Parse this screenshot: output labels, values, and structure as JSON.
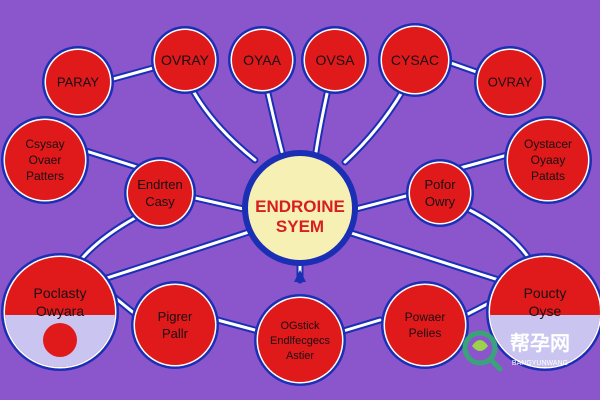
{
  "diagram": {
    "center": {
      "lines": [
        "ENDROINE",
        "SYEM"
      ]
    },
    "nodes": [
      {
        "id": "ovray-top",
        "lines": [
          "OVRAY"
        ]
      },
      {
        "id": "oyaa-top",
        "lines": [
          "OYAA"
        ]
      },
      {
        "id": "ovsa-top",
        "lines": [
          "OVSA"
        ]
      },
      {
        "id": "cysac-top",
        "lines": [
          "CYSAC"
        ]
      },
      {
        "id": "paray",
        "lines": [
          "PARAY"
        ]
      },
      {
        "id": "ovray-right",
        "lines": [
          "OVRAY"
        ]
      },
      {
        "id": "csysay",
        "lines": [
          "Csysay",
          "Ovaer",
          "Patters"
        ]
      },
      {
        "id": "oystacer",
        "lines": [
          "Oystacer",
          "Oyaay",
          "Patats"
        ]
      },
      {
        "id": "endroten",
        "lines": [
          "Endrten",
          "Casy"
        ]
      },
      {
        "id": "pofor",
        "lines": [
          "Pofor",
          "Owry"
        ]
      },
      {
        "id": "poclasty",
        "lines": [
          "Poclasty",
          "Owyara"
        ]
      },
      {
        "id": "pouclty",
        "lines": [
          "Poucty",
          "Oyse"
        ]
      },
      {
        "id": "pigrer",
        "lines": [
          "Pigrer",
          "Pallr"
        ]
      },
      {
        "id": "ogstick",
        "lines": [
          "OGstick",
          "Endlfecgecs",
          "Astier"
        ]
      },
      {
        "id": "powaer",
        "lines": [
          "Powaer",
          "Pelies"
        ]
      }
    ],
    "colors": {
      "background": "#8b55cc",
      "node_fill": "#e01a1a",
      "node_ring": "#1b2fb5",
      "center_fill": "#f7f0b4",
      "connector": "#ffffff"
    }
  },
  "watermark": {
    "title": "帮孕网",
    "subtitle": "BANGYUNWANG",
    "icon": "magnifier-leaf-icon"
  }
}
